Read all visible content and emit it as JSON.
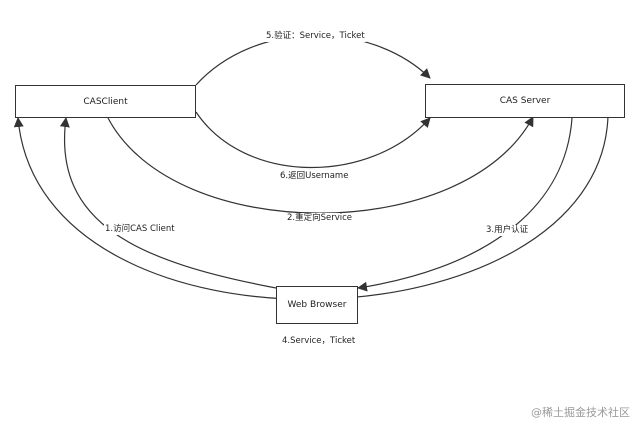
{
  "nodes": {
    "cas_client": "CASClient",
    "cas_server": "CAS Server",
    "web_browser": "Web Browser"
  },
  "edges": {
    "e1": "1.访问CAS Client",
    "e2": "2.重定向Service",
    "e3": "3.用户认证",
    "e4": "4.Service，Ticket",
    "e5": "5.验证：Service，Ticket",
    "e6": "6.返回Username"
  },
  "watermark": "@稀土掘金技术社区",
  "colors": {
    "stroke": "#333333",
    "text": "#222222",
    "watermark": "#9a9a9a"
  }
}
